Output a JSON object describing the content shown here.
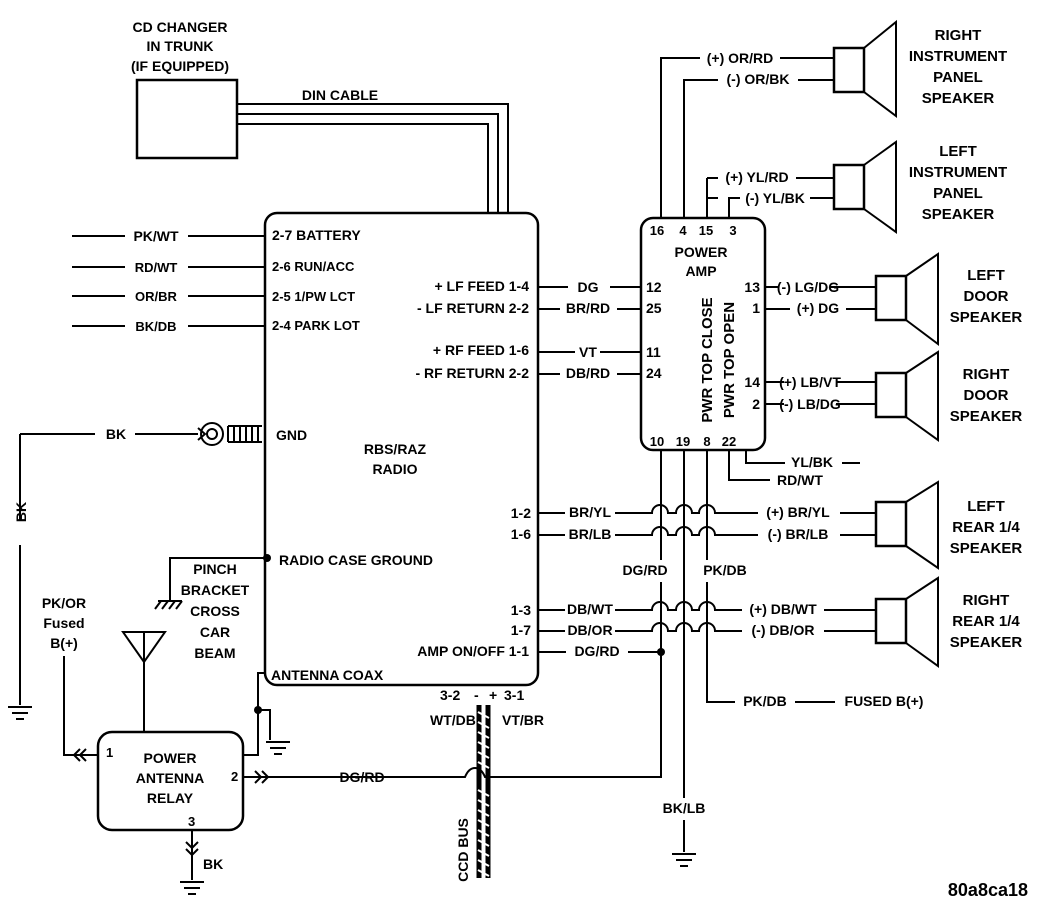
{
  "figure_id": "80a8ca18",
  "cd_changer": {
    "line1": "CD CHANGER",
    "line2": "IN TRUNK",
    "line3": "(IF EQUIPPED)"
  },
  "din_cable": "DIN CABLE",
  "radio": {
    "name1": "RBS/RAZ",
    "name2": "RADIO",
    "left_pins": [
      "2-7 BATTERY",
      "2-6 RUN/ACC",
      "2-5 1/PW LCT",
      "2-4 PARK LOT"
    ],
    "gnd": "GND",
    "case_ground": "RADIO CASE GROUND",
    "antenna_coax": "ANTENNA COAX",
    "right_pins": [
      "+ LF FEED 1-4",
      "- LF RETURN 2-2",
      "+ RF FEED 1-6",
      "- RF RETURN 2-2",
      "1-2",
      "1-6",
      "1-3",
      "1-7",
      "AMP ON/OFF 1-1"
    ],
    "bottom_pins": {
      "left": "3-2",
      "minus": "-",
      "plus": "+",
      "right": "3-1"
    }
  },
  "left_wires": [
    "PK/WT",
    "RD/WT",
    "OR/BR",
    "BK/DB"
  ],
  "bk_wire": "BK",
  "bk_vertical": "BK",
  "pinch": [
    "PINCH",
    "BRACKET",
    "CROSS",
    "CAR",
    "BEAM"
  ],
  "pk_or_fused": [
    "PK/OR",
    "Fused",
    "B(+)"
  ],
  "power_antenna": {
    "line1": "POWER",
    "line2": "ANTENNA",
    "line3": "RELAY",
    "pin1": "1",
    "pin2": "2",
    "pin3": "3"
  },
  "bk_relay": "BK",
  "bus_wires": {
    "left": "WT/DB",
    "right": "VT/BR"
  },
  "ccd_bus": "CCD BUS",
  "mid_wires": [
    "DG",
    "BR/RD",
    "VT",
    "DB/RD",
    "BR/YL",
    "BR/LB",
    "DB/WT",
    "DB/OR",
    "DG/RD"
  ],
  "dg_rd_bottom": "DG/RD",
  "dg_rd_vertical": "DG/RD",
  "pk_db_vertical": "PK/DB",
  "bk_lb": "BK/LB",
  "power_amp": {
    "line1": "POWER",
    "line2": "AMP",
    "top_pins": [
      "16",
      "4",
      "15",
      "3"
    ],
    "left_pins": [
      "12",
      "25",
      "11",
      "24"
    ],
    "right_pins": [
      "13",
      "1",
      "14",
      "2"
    ],
    "bottom_pins": [
      "10",
      "19",
      "8",
      "22"
    ],
    "vertical1": "PWR TOP CLOSE",
    "vertical2": "PWR TOP OPEN"
  },
  "amp_wires": {
    "or_rd": "(+) OR/RD",
    "or_bk": "(-) OR/BK",
    "yl_rd": "(+) YL/RD",
    "yl_bk": "(-) YL/BK",
    "lg_dg": "(-)  LG/DG",
    "dg": "(+) DG",
    "lb_vt": "(+) LB/VT",
    "lb_dg": "(-) LB/DG",
    "yl_bk2": "YL/BK",
    "rd_wt": "RD/WT",
    "br_yl": "(+) BR/YL",
    "br_lb": "(-) BR/LB",
    "db_wt": "(+) DB/WT",
    "db_or": "(-) DB/OR",
    "pk_db": "PK/DB",
    "fused": "FUSED B(+)"
  },
  "speakers": {
    "rip": [
      "RIGHT",
      "INSTRUMENT",
      "PANEL",
      "SPEAKER"
    ],
    "lip": [
      "LEFT",
      "INSTRUMENT",
      "PANEL",
      "SPEAKER"
    ],
    "ld": [
      "LEFT",
      "DOOR",
      "SPEAKER"
    ],
    "rd": [
      "RIGHT",
      "DOOR",
      "SPEAKER"
    ],
    "lr": [
      "LEFT",
      "REAR 1/4",
      "SPEAKER"
    ],
    "rr": [
      "RIGHT",
      "REAR 1/4",
      "SPEAKER"
    ]
  }
}
